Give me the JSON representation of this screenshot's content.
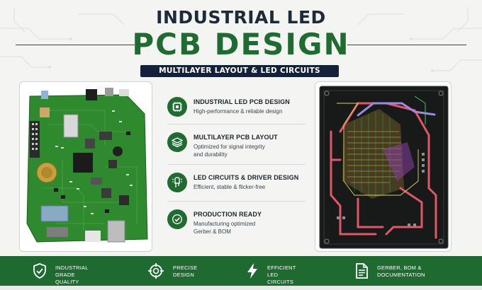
{
  "header": {
    "title_line1": "INDUSTRIAL LED",
    "title_line2": "PCB DESIGN",
    "subtitle": "MULTILAYER LAYOUT & LED CIRCUITS"
  },
  "features": [
    {
      "icon": "pcb-chip-icon",
      "title": "INDUSTRIAL LED PCB DESIGN",
      "desc_1": "High-performance & reliable design",
      "desc_2": ""
    },
    {
      "icon": "layers-icon",
      "title": "MULTILAYER PCB LAYOUT",
      "desc_1": "Optimized for signal integrity",
      "desc_2": "and durability"
    },
    {
      "icon": "led-bulb-icon",
      "title": "LED CIRCUITS & DRIVER DESIGN",
      "desc_1": "Efficient, stable & flicker-free",
      "desc_2": ""
    },
    {
      "icon": "check-circle-icon",
      "title": "PRODUCTION READY",
      "desc_1": "Manufacturing optimized",
      "desc_2": "Gerber & BOM"
    }
  ],
  "bottom": [
    {
      "icon": "shield-check-icon",
      "line1": "INDUSTRIAL",
      "line2": "GRADE QUALITY"
    },
    {
      "icon": "crosshair-icon",
      "line1": "PRECISE",
      "line2": "DESIGN"
    },
    {
      "icon": "lightning-icon",
      "line1": "EFFICIENT",
      "line2": "LED CIRCUITS"
    },
    {
      "icon": "document-icon",
      "line1": "GERBER, BOM &",
      "line2": "DOCUMENTATION"
    }
  ],
  "colors": {
    "brand_green": "#1f6b32",
    "navy": "#14213b",
    "pcb_green": "#2f8a2f",
    "layout_bg": "#1a1d1c"
  }
}
